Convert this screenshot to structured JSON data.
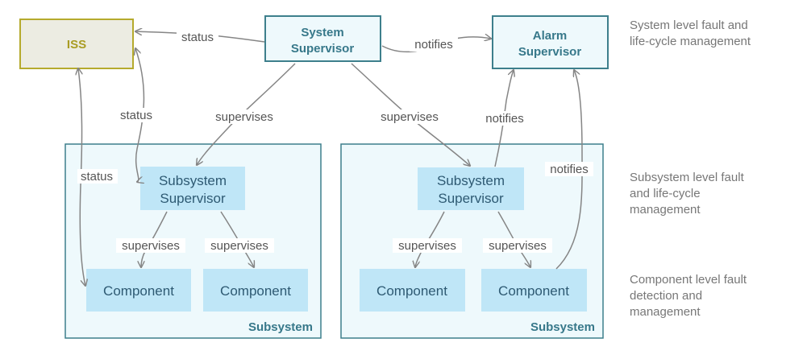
{
  "nodes": {
    "iss": "ISS",
    "system_supervisor": [
      "System",
      "Supervisor"
    ],
    "alarm_supervisor": [
      "Alarm",
      "Supervisor"
    ],
    "subsystem_left": {
      "title": "Subsystem",
      "supervisor": [
        "Subsystem",
        "Supervisor"
      ],
      "components": [
        "Component",
        "Component"
      ]
    },
    "subsystem_right": {
      "title": "Subsystem",
      "supervisor": [
        "Subsystem",
        "Supervisor"
      ],
      "components": [
        "Component",
        "Component"
      ]
    }
  },
  "edges": {
    "status_system_iss": "status",
    "notifies_system_alarm": "notifies",
    "status_iss_subsup": "status",
    "status_iss_component": "status",
    "supervises_sys_left": "supervises",
    "supervises_sys_right": "supervises",
    "notifies_subsup_alarm": "notifies",
    "notifies_comp_alarm": "notifies",
    "supervises_left_c1": "supervises",
    "supervises_left_c2": "supervises",
    "supervises_right_c1": "supervises",
    "supervises_right_c2": "supervises"
  },
  "notes": {
    "system": [
      "System level fault and",
      "life-cycle management"
    ],
    "subsystem": [
      "Subsystem level fault",
      "and life-cycle",
      "management"
    ],
    "component": [
      "Component level fault",
      "detection and",
      "management"
    ]
  },
  "colors": {
    "iss_fill": "#ecece2",
    "iss_stroke": "#b5aa2d",
    "supervisor_stroke": "#3d7f8c",
    "inner_box_fill": "#bfe6f7",
    "edge": "#858585"
  }
}
